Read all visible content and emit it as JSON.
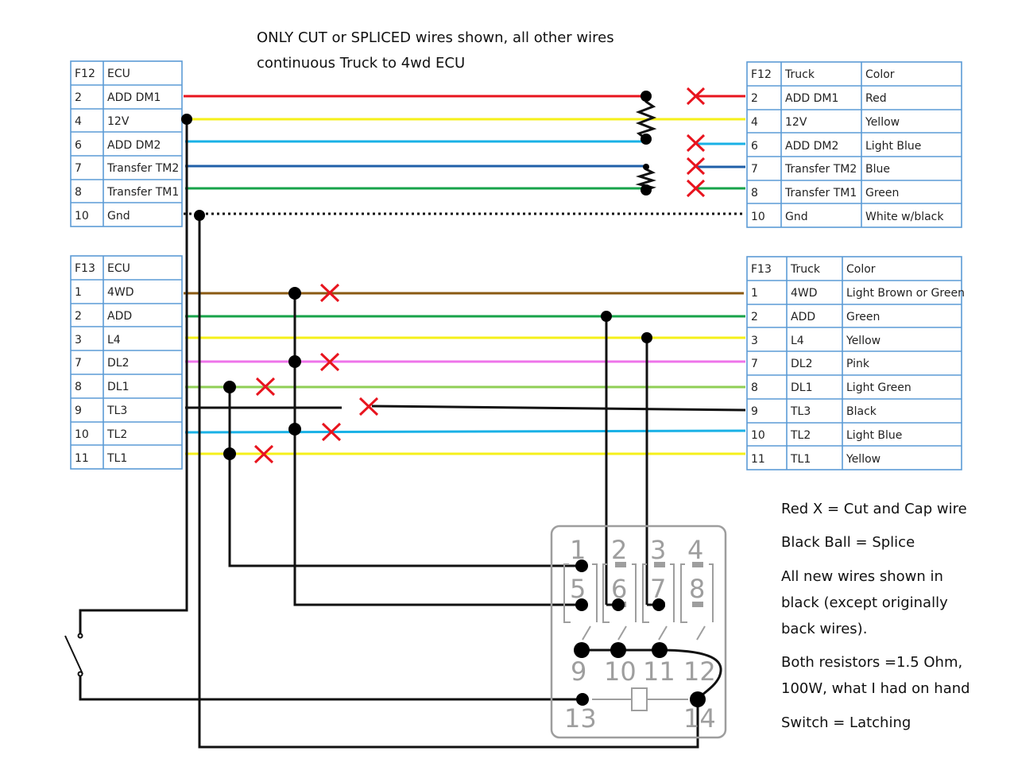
{
  "header": {
    "line1": "ONLY CUT or SPLICED wires shown, all other wires",
    "line2": "continuous Truck to 4wd ECU"
  },
  "tables": {
    "f12_ecu": {
      "headers": [
        "F12",
        "ECU"
      ],
      "rows": [
        [
          "2",
          "ADD DM1"
        ],
        [
          "4",
          "12V"
        ],
        [
          "6",
          "ADD DM2"
        ],
        [
          "7",
          "Transfer TM2"
        ],
        [
          "8",
          "Transfer TM1"
        ],
        [
          "10",
          "Gnd"
        ]
      ]
    },
    "f12_truck": {
      "headers": [
        "F12",
        "Truck",
        "Color"
      ],
      "rows": [
        [
          "2",
          "ADD DM1",
          "Red"
        ],
        [
          "4",
          "12V",
          "Yellow"
        ],
        [
          "6",
          "ADD DM2",
          "Light Blue"
        ],
        [
          "7",
          "Transfer TM2",
          "Blue"
        ],
        [
          "8",
          "Transfer TM1",
          "Green"
        ],
        [
          "10",
          "Gnd",
          "White w/black"
        ]
      ]
    },
    "f13_ecu": {
      "headers": [
        "F13",
        "ECU"
      ],
      "rows": [
        [
          "1",
          "4WD"
        ],
        [
          "2",
          "ADD"
        ],
        [
          "3",
          "L4"
        ],
        [
          "7",
          "DL2"
        ],
        [
          "8",
          "DL1"
        ],
        [
          "9",
          "TL3"
        ],
        [
          "10",
          "TL2"
        ],
        [
          "11",
          "TL1"
        ]
      ]
    },
    "f13_truck": {
      "headers": [
        "F13",
        "Truck",
        "Color"
      ],
      "rows": [
        [
          "1",
          "4WD",
          "Light Brown or Green"
        ],
        [
          "2",
          "ADD",
          "Green"
        ],
        [
          "3",
          "L4",
          "Yellow"
        ],
        [
          "7",
          "DL2",
          "Pink"
        ],
        [
          "8",
          "DL1",
          "Light Green"
        ],
        [
          "9",
          "TL3",
          "Black"
        ],
        [
          "10",
          "TL2",
          "Light Blue"
        ],
        [
          "11",
          "TL1",
          "Yellow"
        ]
      ]
    }
  },
  "relay": {
    "top_numbers": [
      "1",
      "2",
      "3",
      "4"
    ],
    "mid_numbers": [
      "5",
      "6",
      "7",
      "8"
    ],
    "bottom_numbers": [
      "9",
      "10",
      "11",
      "12"
    ],
    "coil_numbers": [
      "13",
      "14"
    ]
  },
  "legend": {
    "red_x": "Red X = Cut and Cap wire",
    "black_ball": "Black Ball = Splice",
    "new_wires": "All new wires shown in black (except originally back wires).",
    "resistors": "Both resistors =1.5 Ohm, 100W, what I had on hand",
    "switch": "Switch = Latching"
  },
  "colors": {
    "red": "#e8141e",
    "yellow": "#f5f01a",
    "light_blue": "#19b1e6",
    "blue": "#1f5fa8",
    "green": "#17a34a",
    "brown": "#8a5a12",
    "pink": "#ee74ea",
    "light_green": "#8fcf55",
    "table_border": "#5b9bd5",
    "relay_gray": "#9e9e9e",
    "cut_mark": "#e8141e"
  }
}
